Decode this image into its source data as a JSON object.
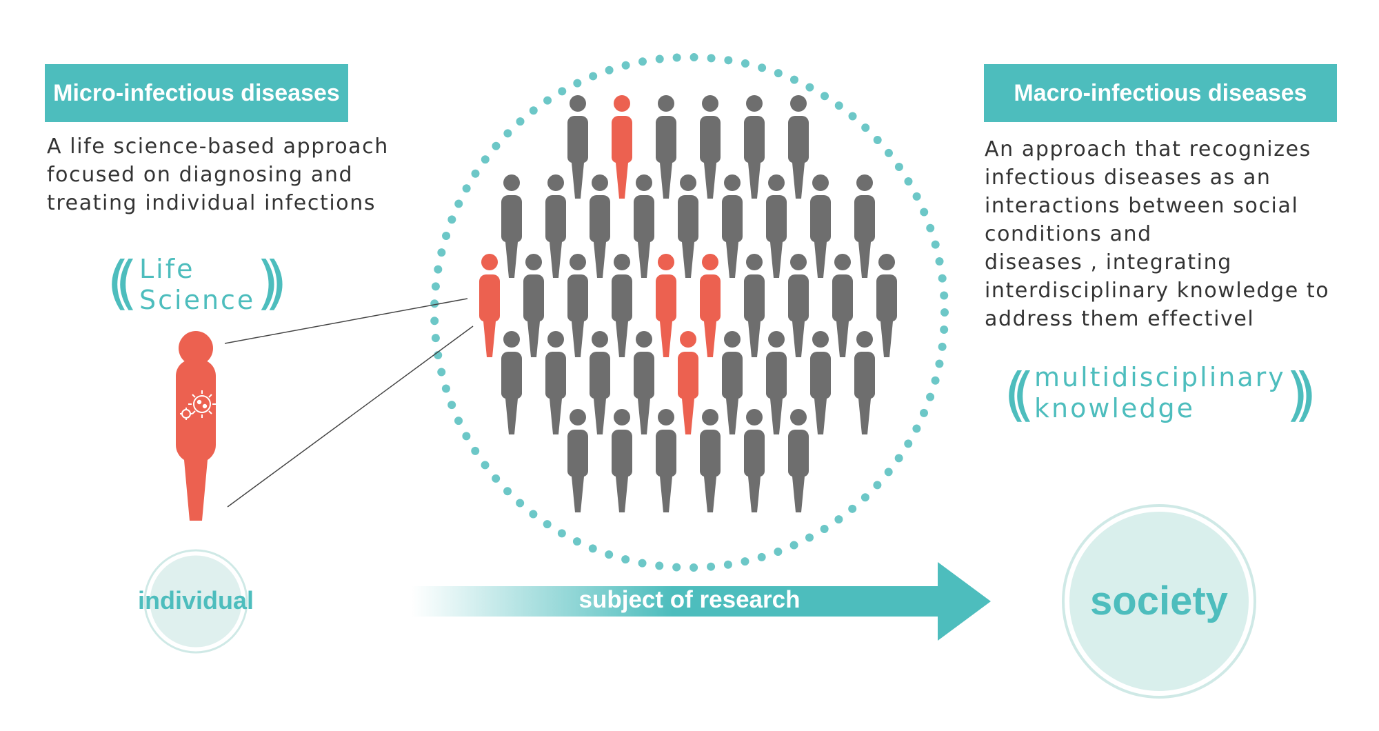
{
  "left": {
    "title": "Micro-infectious diseases",
    "description_lines": [
      "A life science-based approach",
      "focused on diagnosing and",
      "treating individual infections"
    ],
    "keyword_lines": [
      "Life",
      "Science"
    ]
  },
  "right": {
    "title": "Macro-infectious diseases",
    "description_lines": [
      "An approach that recognizes",
      "infectious diseases as an",
      "interactions between social",
      "conditions and",
      "diseases , integrating",
      "interdisciplinary knowledge to",
      "address them effectivel"
    ],
    "keyword_lines": [
      "multidisciplinary",
      "knowledge"
    ]
  },
  "arrow_label": "subject of research",
  "individual_label": "individual",
  "society_label": "society",
  "colors": {
    "teal": "#4dbdbd",
    "infected": "#ec6150",
    "person": "#6e6e6e",
    "light_teal": "#dff0ee"
  },
  "icons": [
    "person-icon",
    "infected-person-icon",
    "virus-icon"
  ]
}
